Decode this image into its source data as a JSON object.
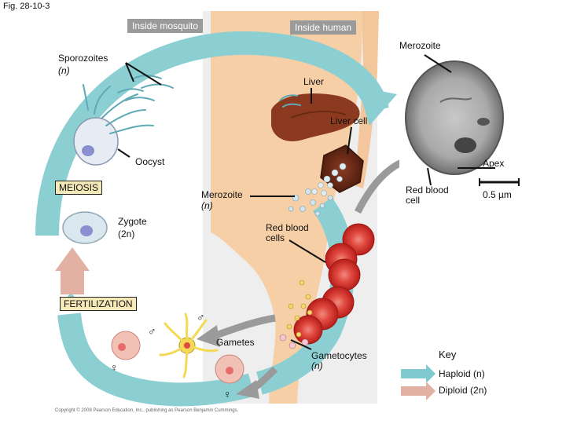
{
  "figure_number": "Fig. 28-10-3",
  "regions": {
    "mosquito": "Inside mosquito",
    "human": "Inside human"
  },
  "labels": {
    "merozoite_top": "Merozoite",
    "sporozoites": "Sporozoites",
    "sporozoites_ploidy": "(n)",
    "liver": "Liver",
    "liver_cell": "Liver cell",
    "oocyst": "Oocyst",
    "apex": "Apex",
    "meiosis": "MEIOSIS",
    "merozoite_mid": "Merozoite",
    "merozoite_mid_ploidy": "(n)",
    "red_blood_cell_line1": "Red blood",
    "red_blood_cell_line2": "cell",
    "scale_bar": "0.5 µm",
    "zygote": "Zygote",
    "zygote_ploidy": "(2n)",
    "red_blood_cells_line1": "Red blood",
    "red_blood_cells_line2": "cells",
    "fertilization": "FERTILIZATION",
    "gametes": "Gametes",
    "gametocytes": "Gametocytes",
    "gametocytes_ploidy": "(n)"
  },
  "key": {
    "title": "Key",
    "haploid": "Haploid (n)",
    "diploid": "Diploid (2n)",
    "haploid_color": "#7fc9cf",
    "diploid_color": "#e3b1a4"
  },
  "symbols": {
    "male": "♂",
    "female": "♀"
  },
  "copyright": "Copyright © 2008 Pearson Education, Inc., publishing as Pearson Benjamin Cummings.",
  "colors": {
    "cycle_arrow": "#8ccfd3",
    "diploid_arrow": "#e3b1a4",
    "human_skin": "#f6cfa6",
    "human_background": "#eeeeee",
    "red_blood_cell": "#d6322c",
    "liver": "#8b3a1f",
    "gray_arrow": "#9a9a9a"
  }
}
